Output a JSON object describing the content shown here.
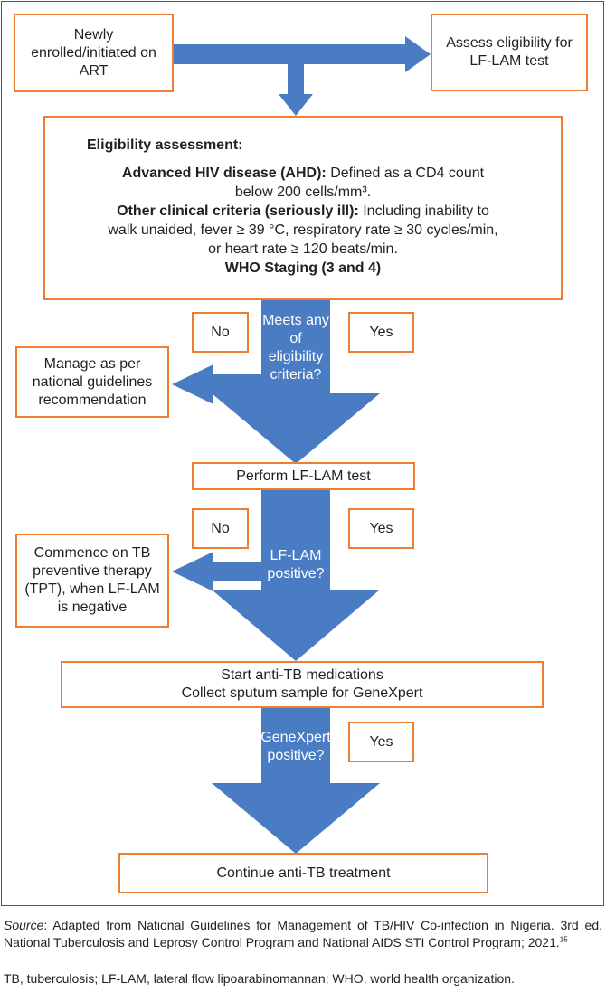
{
  "colors": {
    "arrow": "#4a7cc4",
    "box_border": "#ed7d31",
    "frame": "#555555"
  },
  "boxes": {
    "newly_enrolled": "Newly enrolled/initiated on ART",
    "assess_eligibility": "Assess eligibility for LF-LAM test",
    "manage_guidelines": "Manage as per national guidelines recommendation",
    "perform_lflam": "Perform LF-LAM test",
    "commence_tpt": "Commence on TB preventive therapy (TPT), when LF-LAM is negative",
    "start_anti_tb_1": "Start anti-TB medications",
    "start_anti_tb_2": "Collect sputum sample for GeneXpert",
    "continue_treatment": "Continue anti-TB treatment"
  },
  "eligibility": {
    "heading": "Eligibility assessment:",
    "ahd_label": "Advanced HIV disease (AHD):",
    "ahd_text_1": " Defined as a CD4 count",
    "ahd_text_2": "below 200 cells/mm³.",
    "other_label": "Other clinical criteria (seriously ill):",
    "other_text_1": " Including inability to",
    "other_text_2": "walk unaided, fever ≥ 39 °C, respiratory rate ≥ 30 cycles/min,",
    "other_text_3": "or heart rate ≥ 120 beats/min.",
    "who_staging": "WHO Staging (3 and 4)"
  },
  "decisions": {
    "meets_criteria": "Meets any of eligibility criteria?",
    "lflam_positive": "LF-LAM positive?",
    "genexpert_positive": "GeneXpert positive?"
  },
  "labels": {
    "no": "No",
    "yes": "Yes"
  },
  "footer": {
    "source_label": "Source",
    "source_text": ": Adapted from National Guidelines for Management of TB/HIV Co-infection in Nigeria. 3rd ed. National Tuberculosis and Leprosy Control Program and National AIDS STI Control Program; 2021.",
    "source_ref": "15",
    "abbreviations": "TB, tuberculosis; LF-LAM, lateral flow lipoarabinomannan; WHO, world health organization."
  }
}
